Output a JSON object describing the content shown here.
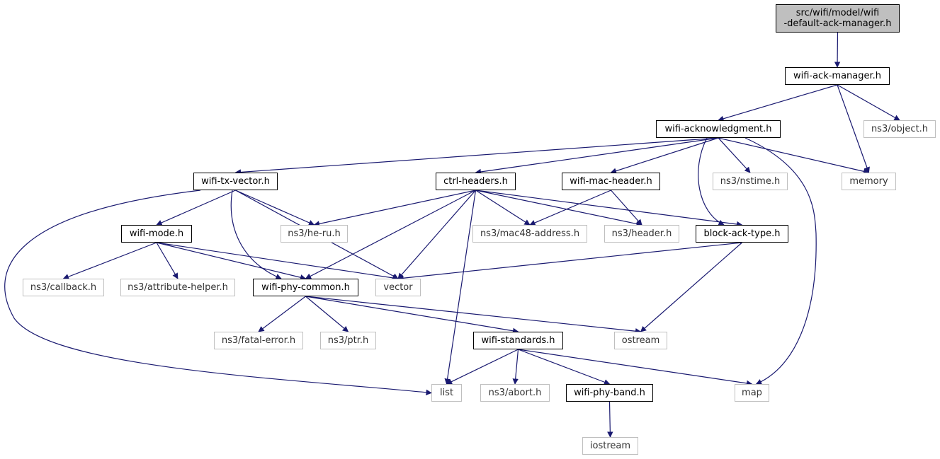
{
  "graph": {
    "root_lines": [
      "src/wifi/model/wifi",
      "-default-ack-manager.h"
    ],
    "nodes": {
      "wifi_ack_manager": "wifi-ack-manager.h",
      "wifi_acknowledgment": "wifi-acknowledgment.h",
      "ns3_object": "ns3/object.h",
      "wifi_tx_vector": "wifi-tx-vector.h",
      "ctrl_headers": "ctrl-headers.h",
      "wifi_mac_header": "wifi-mac-header.h",
      "ns3_nstime": "ns3/nstime.h",
      "memory": "memory",
      "wifi_mode": "wifi-mode.h",
      "ns3_he_ru": "ns3/he-ru.h",
      "ns3_mac48_address": "ns3/mac48-address.h",
      "ns3_header": "ns3/header.h",
      "block_ack_type": "block-ack-type.h",
      "ns3_callback": "ns3/callback.h",
      "ns3_attribute_helper": "ns3/attribute-helper.h",
      "wifi_phy_common": "wifi-phy-common.h",
      "vector": "vector",
      "ns3_fatal_error": "ns3/fatal-error.h",
      "ns3_ptr": "ns3/ptr.h",
      "wifi_standards": "wifi-standards.h",
      "ostream": "ostream",
      "list": "list",
      "ns3_abort": "ns3/abort.h",
      "wifi_phy_band": "wifi-phy-band.h",
      "map": "map",
      "iostream": "iostream"
    },
    "edges": [
      [
        "root",
        "wifi_ack_manager"
      ],
      [
        "wifi_ack_manager",
        "wifi_acknowledgment"
      ],
      [
        "wifi_ack_manager",
        "memory"
      ],
      [
        "wifi_ack_manager",
        "ns3_object"
      ],
      [
        "wifi_acknowledgment",
        "wifi_tx_vector"
      ],
      [
        "wifi_acknowledgment",
        "ctrl_headers"
      ],
      [
        "wifi_acknowledgment",
        "wifi_mac_header"
      ],
      [
        "wifi_acknowledgment",
        "ns3_nstime"
      ],
      [
        "wifi_acknowledgment",
        "memory"
      ],
      [
        "wifi_acknowledgment",
        "block_ack_type"
      ],
      [
        "wifi_acknowledgment",
        "map"
      ],
      [
        "wifi_tx_vector",
        "wifi_mode"
      ],
      [
        "wifi_tx_vector",
        "ns3_he_ru"
      ],
      [
        "wifi_tx_vector",
        "wifi_phy_common"
      ],
      [
        "wifi_tx_vector",
        "vector"
      ],
      [
        "wifi_tx_vector",
        "list"
      ],
      [
        "ctrl_headers",
        "ns3_he_ru"
      ],
      [
        "ctrl_headers",
        "ns3_mac48_address"
      ],
      [
        "ctrl_headers",
        "ns3_header"
      ],
      [
        "ctrl_headers",
        "block_ack_type"
      ],
      [
        "ctrl_headers",
        "wifi_phy_common"
      ],
      [
        "ctrl_headers",
        "vector"
      ],
      [
        "ctrl_headers",
        "list"
      ],
      [
        "wifi_mac_header",
        "ns3_mac48_address"
      ],
      [
        "wifi_mac_header",
        "ns3_header"
      ],
      [
        "block_ack_type",
        "vector"
      ],
      [
        "block_ack_type",
        "ostream"
      ],
      [
        "wifi_mode",
        "ns3_callback"
      ],
      [
        "wifi_mode",
        "ns3_attribute_helper"
      ],
      [
        "wifi_mode",
        "wifi_phy_common"
      ],
      [
        "wifi_mode",
        "vector"
      ],
      [
        "wifi_phy_common",
        "ns3_fatal_error"
      ],
      [
        "wifi_phy_common",
        "ns3_ptr"
      ],
      [
        "wifi_phy_common",
        "wifi_standards"
      ],
      [
        "wifi_phy_common",
        "ostream"
      ],
      [
        "wifi_standards",
        "list"
      ],
      [
        "wifi_standards",
        "ns3_abort"
      ],
      [
        "wifi_standards",
        "wifi_phy_band"
      ],
      [
        "wifi_standards",
        "map"
      ],
      [
        "wifi_phy_band",
        "iostream"
      ]
    ]
  },
  "colors": {
    "edge": "#191970",
    "main_border": "#000000",
    "ext_border": "#bfbfbf",
    "root_fill": "#bfbfbf"
  }
}
